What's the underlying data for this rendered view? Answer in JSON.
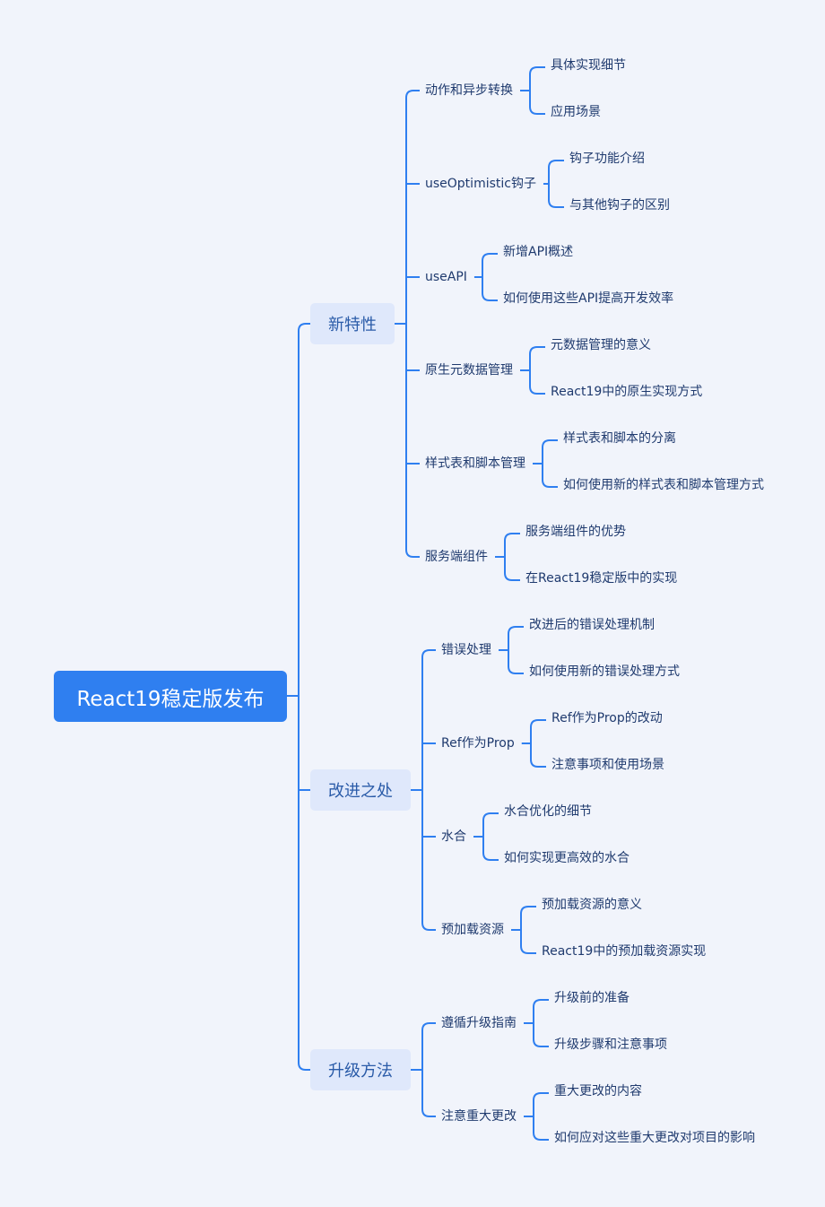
{
  "root": {
    "label": "React19稳定版发布"
  },
  "branches": [
    {
      "label": "新特性",
      "topics": [
        {
          "label": "动作和异步转换",
          "items": [
            "具体实现细节",
            "应用场景"
          ]
        },
        {
          "label": "useOptimistic钩子",
          "items": [
            "钩子功能介绍",
            "与其他钩子的区别"
          ]
        },
        {
          "label": "useAPI",
          "items": [
            "新增API概述",
            "如何使用这些API提高开发效率"
          ]
        },
        {
          "label": "原生元数据管理",
          "items": [
            "元数据管理的意义",
            "React19中的原生实现方式"
          ]
        },
        {
          "label": "样式表和脚本管理",
          "items": [
            "样式表和脚本的分离",
            "如何使用新的样式表和脚本管理方式"
          ]
        },
        {
          "label": "服务端组件",
          "items": [
            "服务端组件的优势",
            "在React19稳定版中的实现"
          ]
        }
      ]
    },
    {
      "label": "改进之处",
      "topics": [
        {
          "label": "错误处理",
          "items": [
            "改进后的错误处理机制",
            "如何使用新的错误处理方式"
          ]
        },
        {
          "label": "Ref作为Prop",
          "items": [
            "Ref作为Prop的改动",
            "注意事项和使用场景"
          ]
        },
        {
          "label": "水合",
          "items": [
            "水合优化的细节",
            "如何实现更高效的水合"
          ]
        },
        {
          "label": "预加载资源",
          "items": [
            "预加载资源的意义",
            "React19中的预加载资源实现"
          ]
        }
      ]
    },
    {
      "label": "升级方法",
      "topics": [
        {
          "label": "遵循升级指南",
          "items": [
            "升级前的准备",
            "升级步骤和注意事项"
          ]
        },
        {
          "label": "注意重大更改",
          "items": [
            "重大更改的内容",
            "如何应对这些重大更改对项目的影响"
          ]
        }
      ]
    }
  ],
  "colors": {
    "accent": "#2f7ff0",
    "branch_fill": "#dfe8fb",
    "line": "#2f7ff0",
    "background": "#f1f4fb"
  }
}
